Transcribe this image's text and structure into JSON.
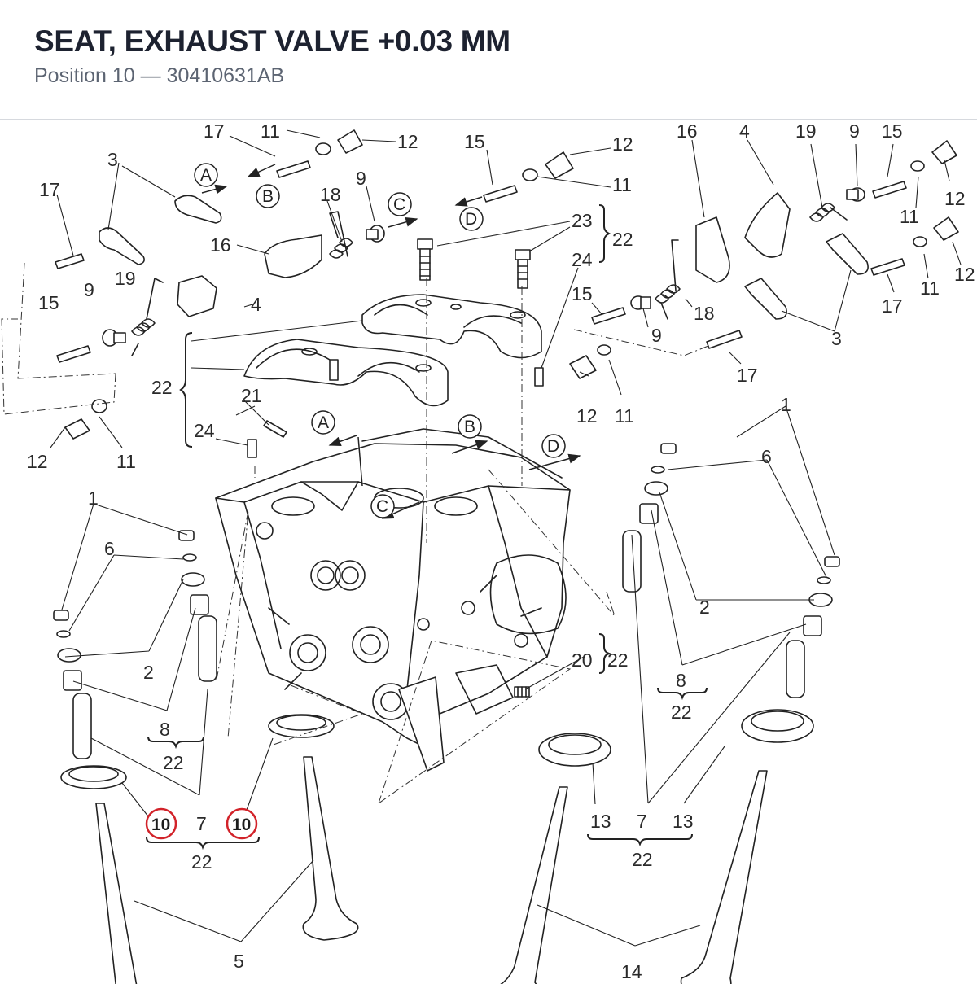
{
  "header": {
    "title": "SEAT, EXHAUST VALVE +0.03 MM",
    "position_label": "Position 10",
    "separator": "—",
    "part_number": "30410631AB"
  },
  "diagram": {
    "highlight_color": "#d2232a",
    "highlighted_position": "10",
    "labels": {
      "l17a": "17",
      "l11a": "11",
      "l12a": "12",
      "l3a": "3",
      "l17b": "17",
      "lA1": "A",
      "lB1": "B",
      "l18a": "18",
      "l9a": "9",
      "lC1": "C",
      "l16a": "16",
      "l15a": "15",
      "l12b": "12",
      "l11b": "11",
      "lD1": "D",
      "l23": "23",
      "l22a": "22",
      "l24a": "24",
      "l16b": "16",
      "l4a": "4",
      "l19a": "19",
      "l9b": "9",
      "l15b": "15",
      "l12c": "12",
      "l11c": "11",
      "l12d": "12",
      "l11d": "11",
      "l17c": "17",
      "l15c": "15",
      "l9c": "9",
      "l18b": "18",
      "l3b": "3",
      "l17d": "17",
      "l12e": "12",
      "l11e": "11",
      "l15d": "15",
      "l9d": "9",
      "l19b": "19",
      "l4b": "4",
      "l22b": "22",
      "l21": "21",
      "l24b": "24",
      "lA2": "A",
      "lB2": "B",
      "lC2": "C",
      "lD2": "D",
      "l12f": "12",
      "l11f": "11",
      "l1a": "1",
      "l6a": "6",
      "l2a": "2",
      "l8a": "8",
      "l22c": "22",
      "l10a": "10",
      "l7a": "7",
      "l10b": "10",
      "l22d": "22",
      "l5": "5",
      "l1b": "1",
      "l6b": "6",
      "l2b": "2",
      "l8b": "8",
      "l22e": "22",
      "l20": "20",
      "l22f": "22",
      "l13a": "13",
      "l7b": "7",
      "l13b": "13",
      "l22g": "22",
      "l14": "14"
    }
  }
}
